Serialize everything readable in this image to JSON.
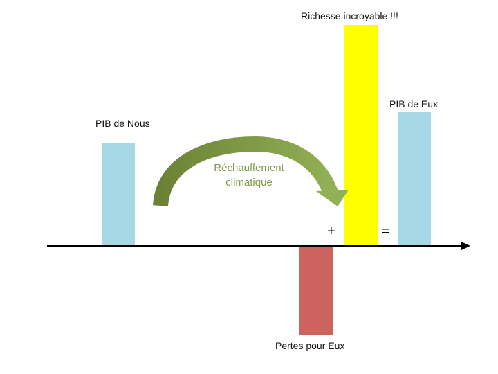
{
  "labels": {
    "pib_nous": "PIB de Nous",
    "richesse": "Richesse incroyable !!!",
    "pib_eux": "PIB de Eux",
    "pertes": "Pertes pour Eux",
    "arrow_line1": "Réchauffement",
    "arrow_line2": "climatique",
    "plus": "+",
    "equals": "="
  },
  "colors": {
    "pib": "#a6d8e6",
    "richesse": "#ffff00",
    "pertes": "#cd635e",
    "arrow_dark": "#6b8236",
    "arrow_light": "#92b055"
  }
}
